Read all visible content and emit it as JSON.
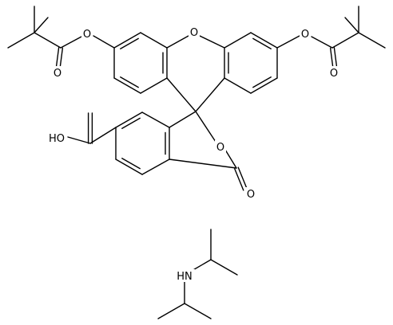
{
  "structure": {
    "molecule_1": {
      "labels": {
        "o_xanthene": "O",
        "o_ester_left": "O",
        "o_carbonyl_left": "O",
        "o_ester_right": "O",
        "o_carbonyl_right": "O",
        "o_lactone_ring": "O",
        "o_lactone_carbonyl": "O",
        "carboxylic_acid": "HO"
      }
    },
    "molecule_2": {
      "labels": {
        "amine": "HN"
      }
    }
  }
}
